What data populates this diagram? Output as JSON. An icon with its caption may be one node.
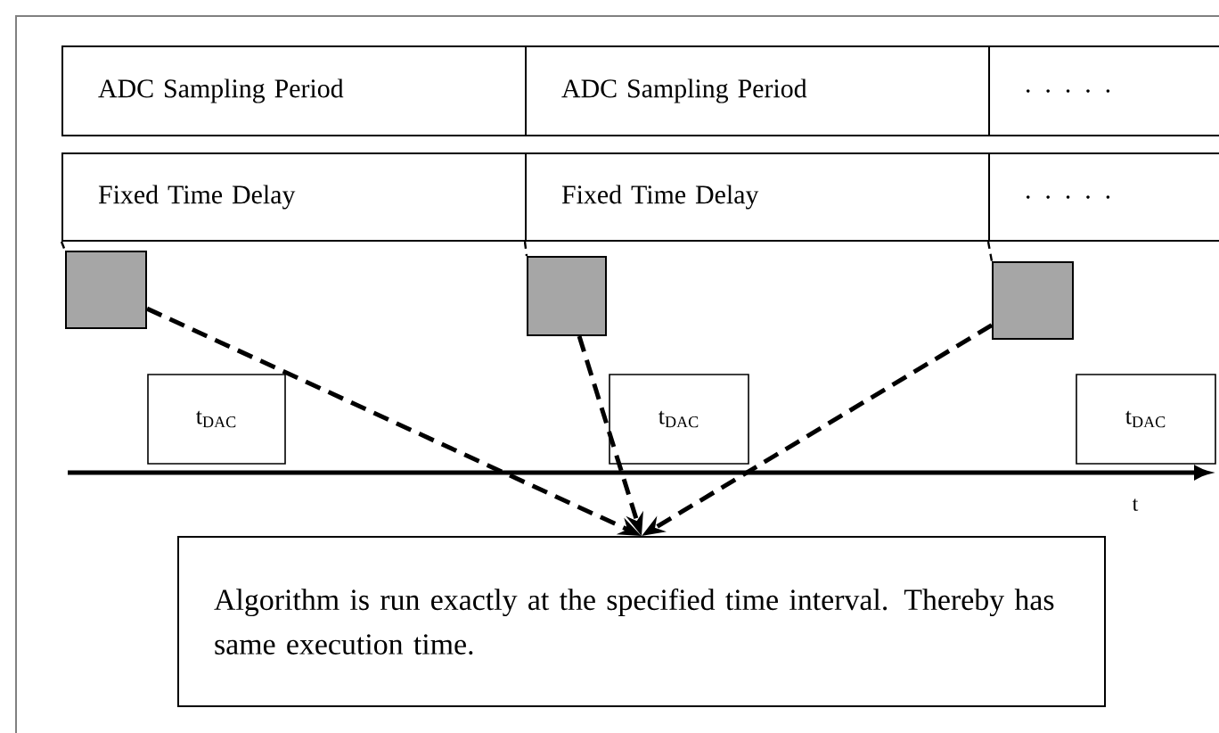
{
  "diagram": {
    "nodes": [
      {
        "text": [
          "ADC Sampling Period"
        ]
      },
      {
        "text": [
          "ADC Sampling Period"
        ]
      },
      {
        "text": [
          ". . . . ."
        ]
      },
      {
        "text": [
          "Fixed Time Delay"
        ]
      },
      {
        "text": [
          "Fixed Time Delay"
        ]
      },
      {
        "text": [
          ". . . . ."
        ]
      },
      {
        "text": [],
        "shape": "box"
      },
      {
        "text": [],
        "shape": "box"
      },
      {
        "text": [],
        "shape": "box"
      },
      {
        "text": [
          "t$_{DAC}$"
        ]
      },
      {
        "text": [
          "t$_{DAC}$"
        ]
      },
      {
        "text": [
          "t$_{DAC}$"
        ]
      },
      {
        "text": [
          "Algorithm is run exactly at the specified time interval. Thereby has same execution time."
        ]
      }
    ],
    "edges": [
      {
        "from": 6,
        "to": 12,
        "arrow": "to",
        "style": "dashed"
      },
      {
        "from": 7,
        "to": 12,
        "arrow": "to",
        "style": "dashed"
      },
      {
        "from": 8,
        "to": 12,
        "arrow": "to",
        "style": "dashed"
      },
      {
        "from": 3,
        "to": 6,
        "arrow": "none",
        "style": "dashed"
      },
      {
        "from": 4,
        "to": 7,
        "arrow": "none",
        "style": "dashed"
      },
      {
        "from": 5,
        "to": 8,
        "arrow": "none",
        "style": "dashed"
      }
    ],
    "labels": [
      "t"
    ]
  }
}
